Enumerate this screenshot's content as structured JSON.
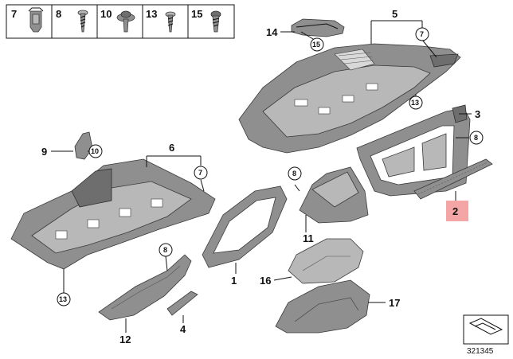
{
  "header_parts": [
    "7",
    "8",
    "10",
    "13",
    "15"
  ],
  "callouts": {
    "p1": "1",
    "p2": "2",
    "p4": "4",
    "p5": "5",
    "p6": "6",
    "p9": "9",
    "p11": "11",
    "p12": "12",
    "p14": "14",
    "p16": "16",
    "p17": "17",
    "p3": "3",
    "c7a": "7",
    "c7b": "7",
    "c8a": "8",
    "c8b": "8",
    "c8c": "8",
    "c10": "10",
    "c13a": "13",
    "c13b": "13",
    "c15": "15"
  },
  "diagram_id": "321345",
  "colors": {
    "highlight": "#f4a6a6",
    "part_fill": "#8f8f8f",
    "line": "#111111"
  }
}
